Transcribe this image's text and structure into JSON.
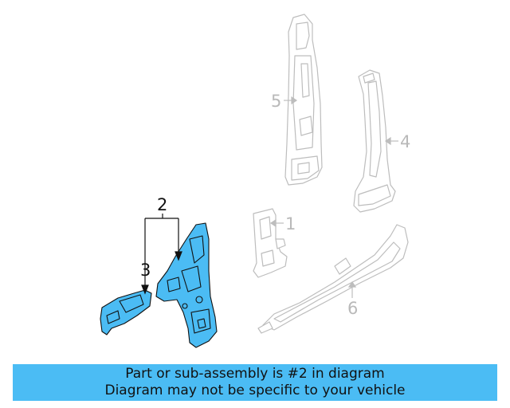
{
  "diagram": {
    "callouts": {
      "c1": "1",
      "c2": "2",
      "c3": "3",
      "c4": "4",
      "c5": "5",
      "c6": "6"
    },
    "highlighted_part": "2",
    "colors": {
      "highlight": "#4bbcf4",
      "muted_line": "#bdbdbd",
      "active_line": "#111111"
    }
  },
  "banner": {
    "line1": "Part or sub-assembly is #2 in diagram",
    "line2": "Diagram may not be specific to your vehicle",
    "color": "#4bbcf4"
  }
}
